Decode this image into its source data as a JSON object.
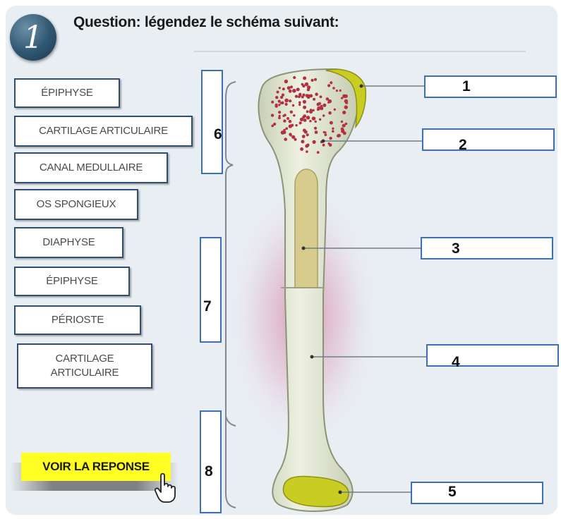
{
  "header": {
    "number": "1",
    "title": "Question: légendez le schéma suivant:"
  },
  "labels": [
    "ÉPIPHYSE",
    "CARTILAGE ARTICULAIRE",
    "CANAL MEDULLAIRE",
    "OS SPONGIEUX",
    "DIAPHYSE",
    "ÉPIPHYSE",
    "PÉRIOSTE",
    "CARTILAGE ARTICULAIRE"
  ],
  "answers": [
    "1",
    "2",
    "3",
    "4",
    "5",
    "6",
    "7",
    "8"
  ],
  "button": {
    "label": "VOIR LA REPONSE"
  },
  "colors": {
    "box_border": "#3d6fb5",
    "button_bg": "#ffff24",
    "bone": "#d6dcc4",
    "cartilage": "#c9cc22",
    "marrow": "#d7cc8e",
    "spongy_dots": "#b0313f"
  }
}
